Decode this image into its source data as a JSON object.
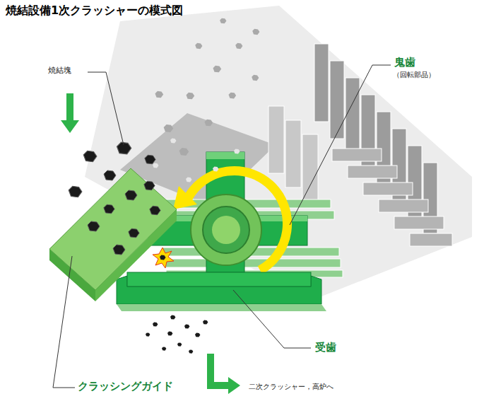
{
  "diagram": {
    "title": "焼結設備1次クラッシャーの模式図",
    "labels": [
      "焼結塊",
      "鬼歯",
      "（回転部品）",
      "受歯",
      "クラッシングガイド",
      "二次クラッシャー，高炉へ"
    ]
  }
}
